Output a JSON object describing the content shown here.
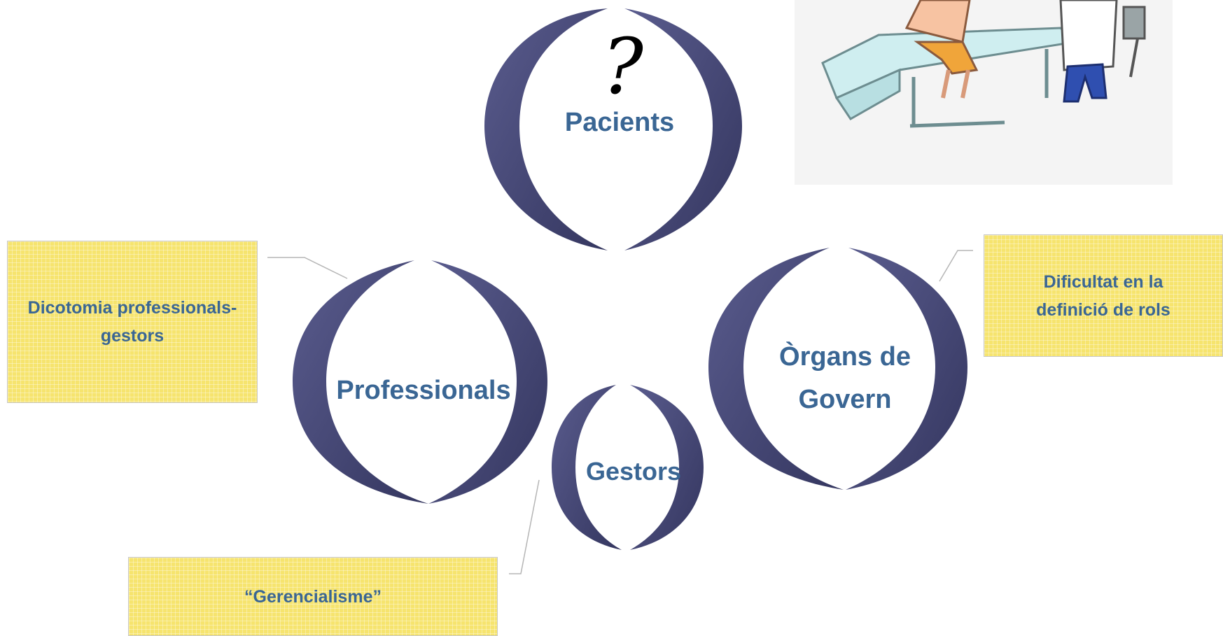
{
  "diagram": {
    "question_mark": "?",
    "nodes": [
      {
        "id": "pacients",
        "label": "Pacients"
      },
      {
        "id": "professionals",
        "label": "Professionals"
      },
      {
        "id": "organs",
        "label": "Òrgans de Govern"
      },
      {
        "id": "gestors",
        "label": "Gestors"
      }
    ],
    "notes": [
      {
        "id": "dicotomia",
        "text": "Dicotomia professionals-gestors"
      },
      {
        "id": "rols",
        "text": "Dificultat en la definició de rols"
      },
      {
        "id": "gerencialisme",
        "text": "“Gerencialisme”"
      }
    ]
  },
  "colors": {
    "ring": "#3d3f6e",
    "ring_light": "#5a5c8e",
    "label": "#3a6694",
    "note_fill": "#f6e46e",
    "connector": "#b5b5b5"
  },
  "illustration": {
    "icon": "doctor-examining-patient-illustration"
  }
}
